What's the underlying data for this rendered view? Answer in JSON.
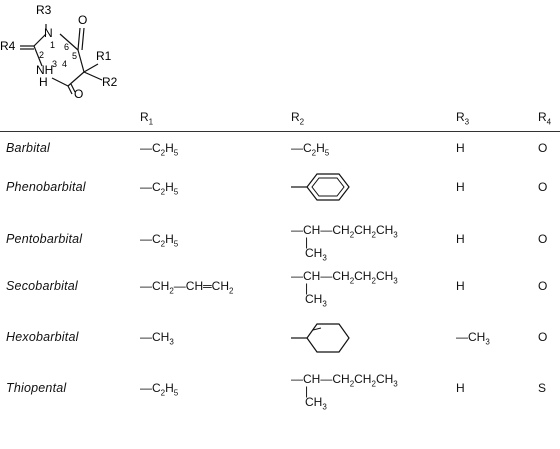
{
  "scaffold": {
    "labels": {
      "r3": "R3",
      "r4": "R4",
      "r1": "R1",
      "r2": "R2",
      "o_top": "O",
      "o_bottom": "O",
      "n1": "N",
      "n3": "NH",
      "h": "H",
      "n1_num": "1",
      "n2_num": "2",
      "n3_num": "3",
      "n4_num": "4",
      "n5_num": "5",
      "n6_num": "6"
    }
  },
  "table": {
    "columns": [
      "R1",
      "R2",
      "R3",
      "R4"
    ],
    "rows": [
      {
        "name": "Barbital",
        "r1": "—C2H5",
        "r2": "—C2H5",
        "r3": "H",
        "r4": "O"
      },
      {
        "name": "Phenobarbital",
        "r1": "—C2H5",
        "r2": "phenyl",
        "r3": "H",
        "r4": "O"
      },
      {
        "name": "Pentobarbital",
        "r1": "—C2H5",
        "r2": "—CH—CH2CH2CH3 | CH3",
        "r3": "H",
        "r4": "O"
      },
      {
        "name": "Secobarbital",
        "r1": "CH2—CH═CH2",
        "r2": "—CH—CH2CH2CH3 | CH3",
        "r3": "H",
        "r4": "O"
      },
      {
        "name": "Hexobarbital",
        "r1": "—CH3",
        "r2": "cyclohexenyl",
        "r3": "—CH3",
        "r4": "O"
      },
      {
        "name": "Thiopental",
        "r1": "—C2H5",
        "r2": "—CH—CH2CH2CH3 | CH3",
        "r3": "H",
        "r4": "S"
      }
    ]
  },
  "text": {
    "hdr_r1": "R",
    "hdr_r1_sub": "1",
    "hdr_r2": "R",
    "hdr_r2_sub": "2",
    "hdr_r3": "R",
    "hdr_r3_sub": "3",
    "hdr_r4": "R",
    "hdr_r4_sub": "4",
    "barbital": "Barbital",
    "phenobarbital": "Phenobarbital",
    "pentobarbital": "Pentobarbital",
    "secobarbital": "Secobarbital",
    "hexobarbital": "Hexobarbital",
    "thiopental": "Thiopental",
    "h": "H",
    "o": "O",
    "s": "S",
    "dash": "—",
    "c": "C",
    "ch": "CH",
    "h_letter": "H",
    "two": "2",
    "three": "3",
    "five": "5",
    "eq": "═",
    "ch2": "CH",
    "ch2ch2ch3": "CH",
    "pipe": "|"
  }
}
